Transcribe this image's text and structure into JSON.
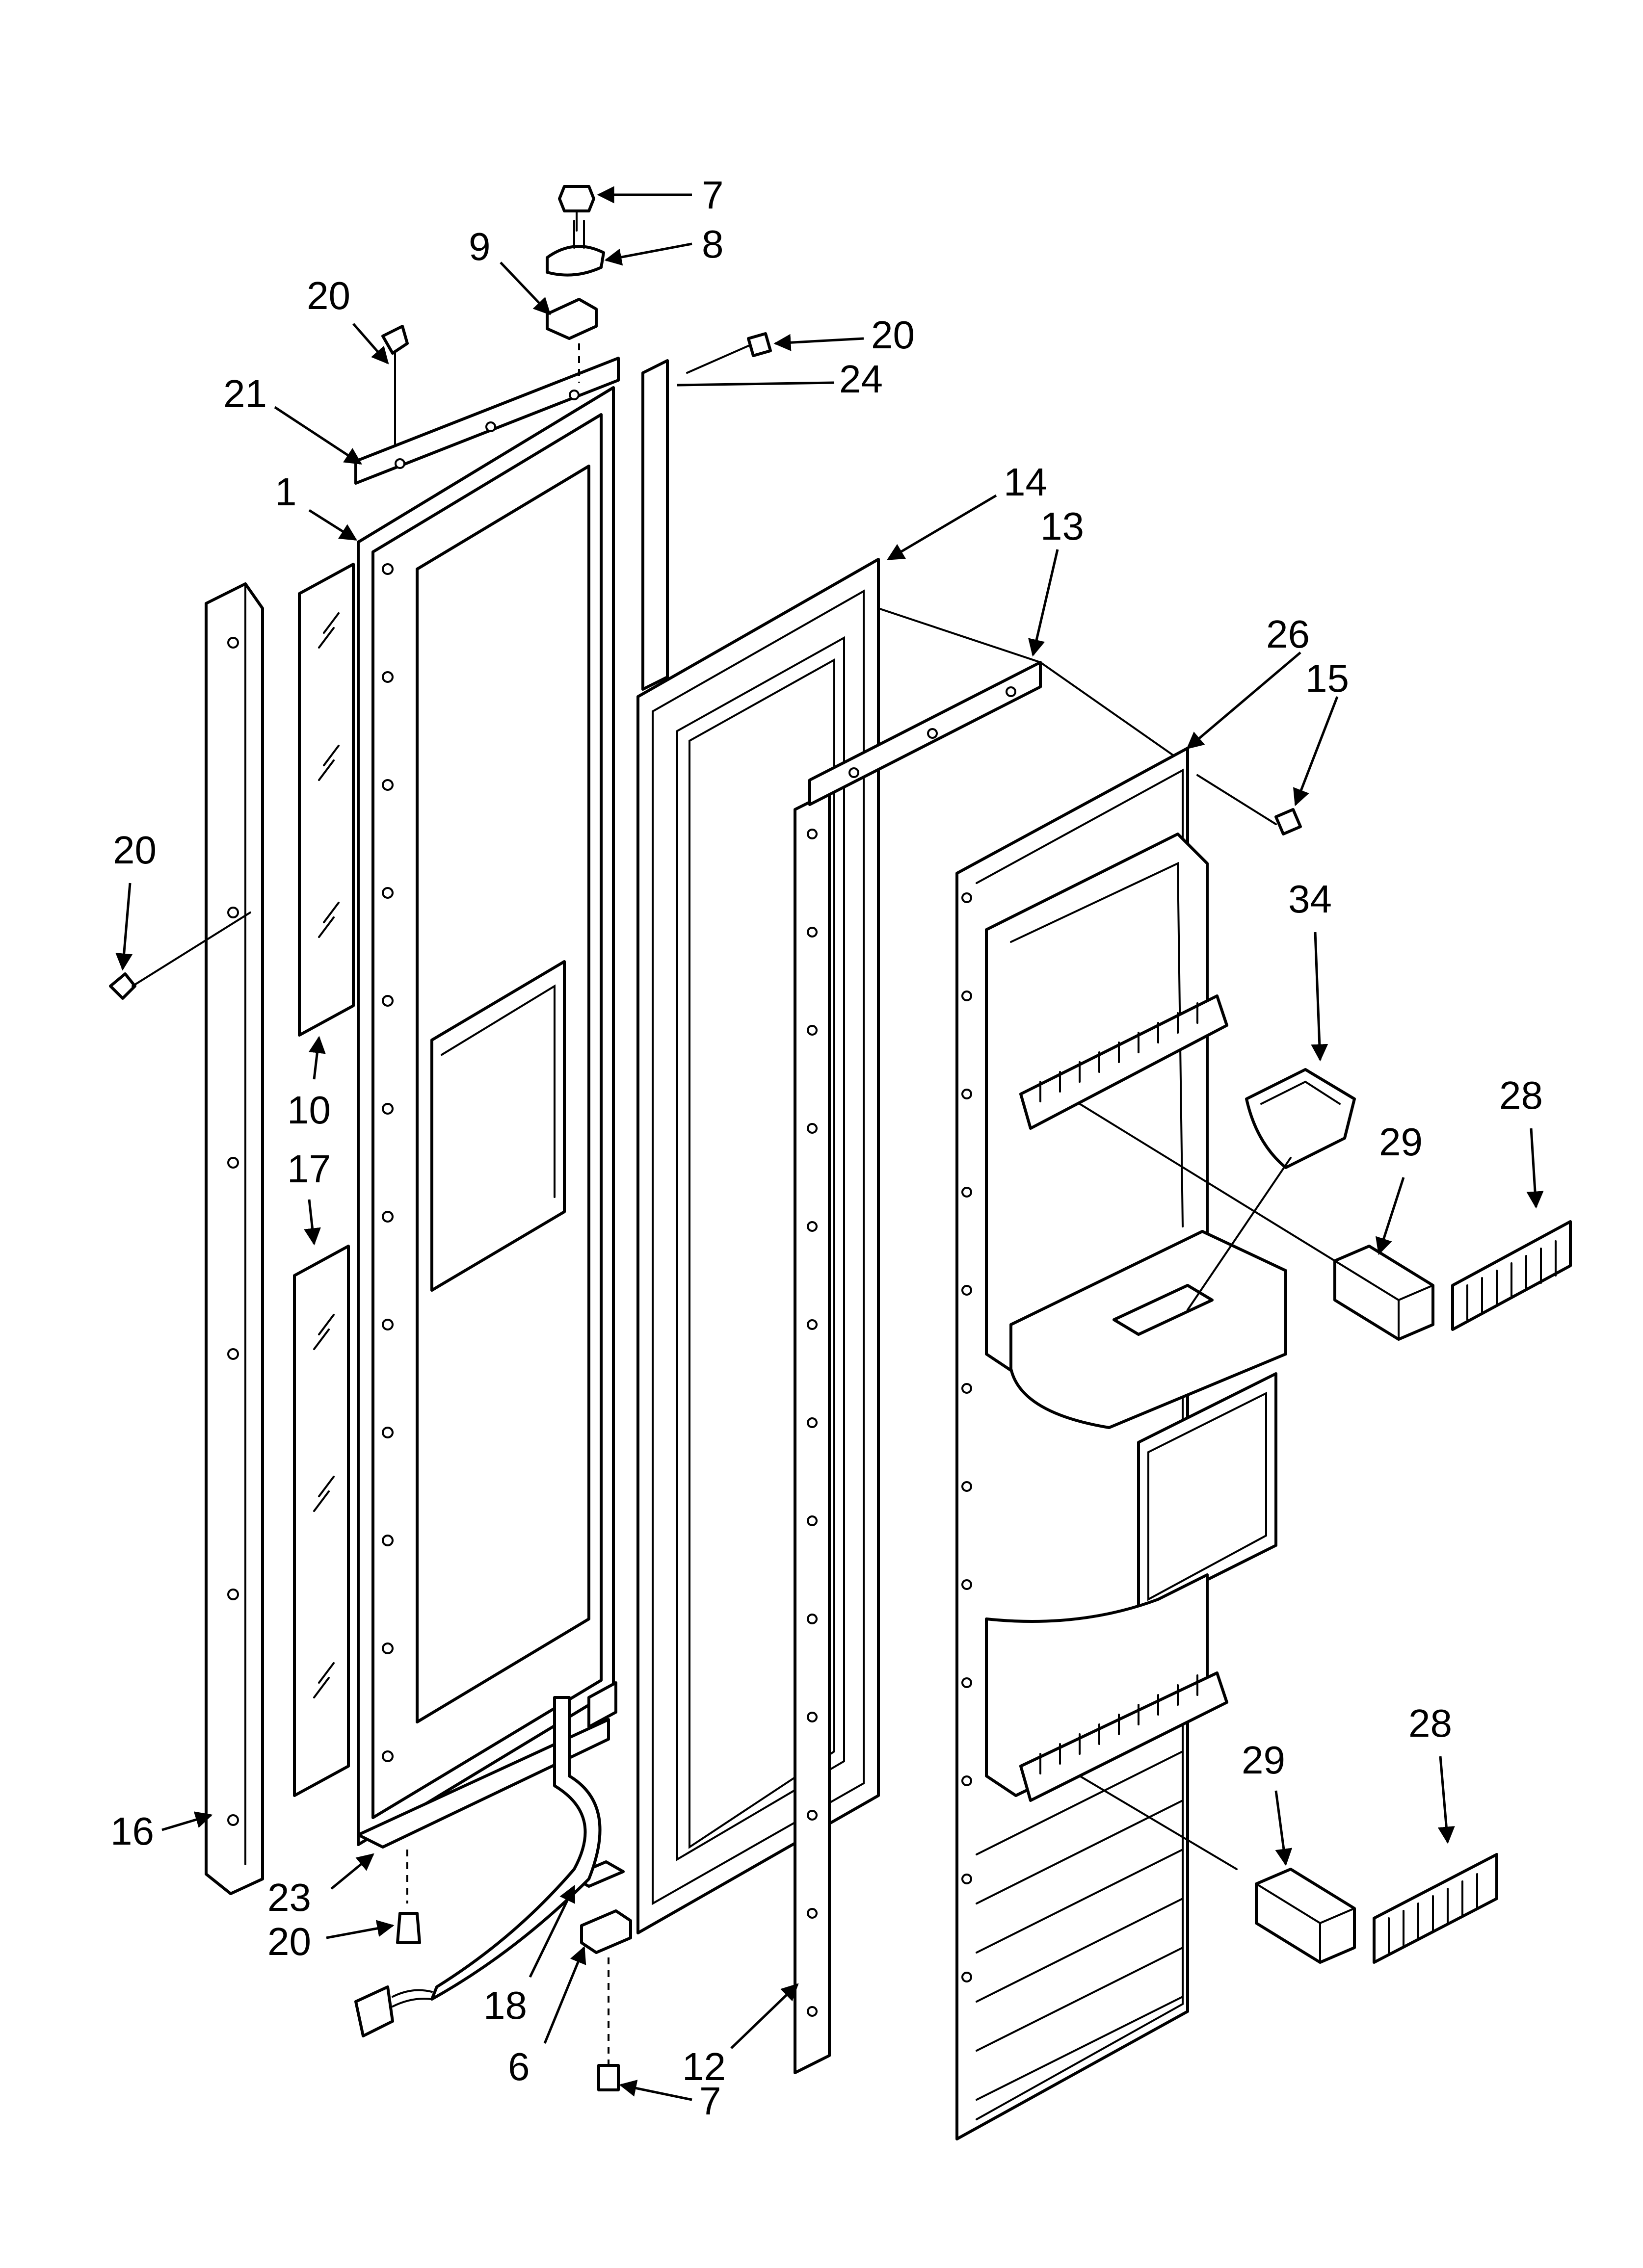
{
  "diagram": {
    "kind": "exploded-parts-view",
    "callouts": [
      {
        "id": "c7a",
        "text": "7"
      },
      {
        "id": "c8",
        "text": "8"
      },
      {
        "id": "c9",
        "text": "9"
      },
      {
        "id": "c20a",
        "text": "20"
      },
      {
        "id": "c20b",
        "text": "20"
      },
      {
        "id": "c21",
        "text": "21"
      },
      {
        "id": "c24",
        "text": "24"
      },
      {
        "id": "c1",
        "text": "1"
      },
      {
        "id": "c14",
        "text": "14"
      },
      {
        "id": "c13",
        "text": "13"
      },
      {
        "id": "c26",
        "text": "26"
      },
      {
        "id": "c15",
        "text": "15"
      },
      {
        "id": "c20c",
        "text": "20"
      },
      {
        "id": "c34",
        "text": "34"
      },
      {
        "id": "c10",
        "text": "10"
      },
      {
        "id": "c28a",
        "text": "28"
      },
      {
        "id": "c29a",
        "text": "29"
      },
      {
        "id": "c17",
        "text": "17"
      },
      {
        "id": "c28b",
        "text": "28"
      },
      {
        "id": "c29b",
        "text": "29"
      },
      {
        "id": "c16",
        "text": "16"
      },
      {
        "id": "c23",
        "text": "23"
      },
      {
        "id": "c20d",
        "text": "20"
      },
      {
        "id": "c18",
        "text": "18"
      },
      {
        "id": "c12",
        "text": "12"
      },
      {
        "id": "c6",
        "text": "6"
      },
      {
        "id": "c7b",
        "text": "7"
      }
    ]
  }
}
